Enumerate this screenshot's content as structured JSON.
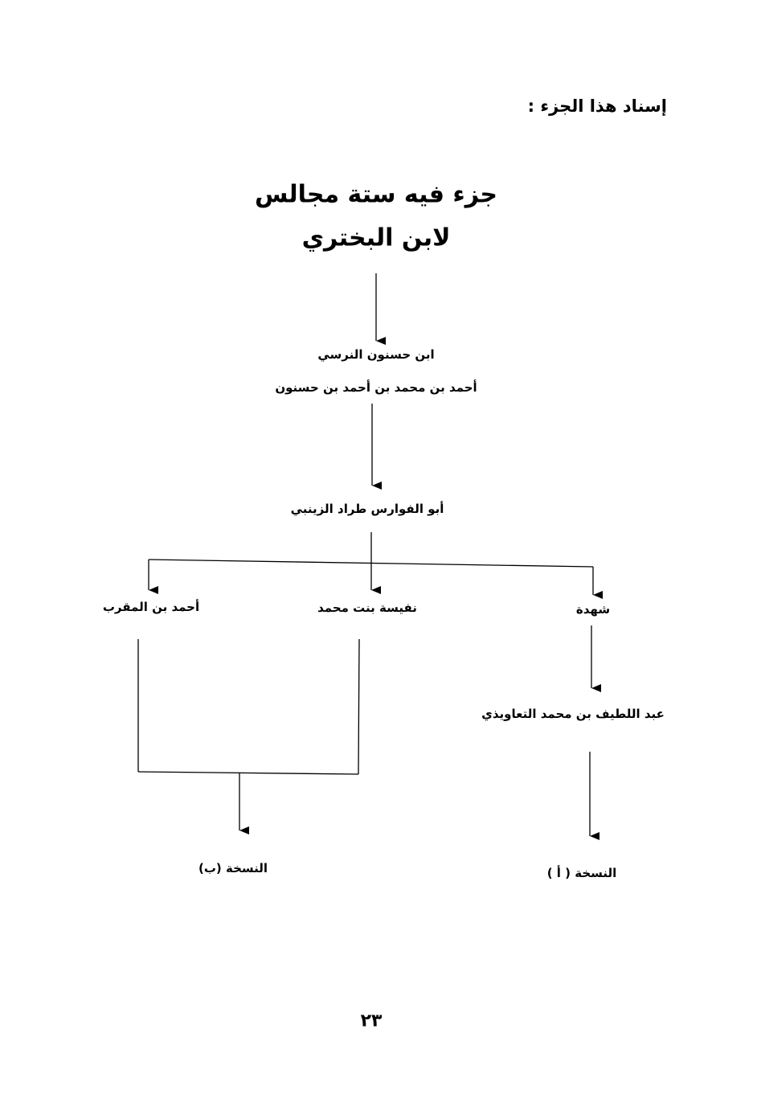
{
  "page": {
    "section_heading": "إسناد هذا الجزء :",
    "title_line1": "جزء فيه ستة مجالس",
    "title_line2": "لابن البختري",
    "page_number": "٢٣"
  },
  "diagram": {
    "nodes": {
      "ibn_hasnun": "ابن حسنون النرسي",
      "ibn_hasnun_full": "أحمد بن محمد بن أحمد بن حسنون",
      "tarrad": "أبو الفوارس طراد الزينبي",
      "ibn_muqarrab": "أحمد بن المقرب",
      "nafisa": "نفيسة بنت محمد",
      "shuhda": "شهدة",
      "taawidhi": "عبد اللطيف بن محمد التعاويذي",
      "copy_b": "النسخة (ب)",
      "copy_a": "النسخة ( أ )"
    },
    "edges": [
      [
        "title",
        "ibn_hasnun"
      ],
      [
        "ibn_hasnun",
        "tarrad"
      ],
      [
        "tarrad",
        "ibn_muqarrab"
      ],
      [
        "tarrad",
        "nafisa"
      ],
      [
        "tarrad",
        "shuhda"
      ],
      [
        "shuhda",
        "taawidhi"
      ],
      [
        "taawidhi",
        "copy_a"
      ],
      [
        "ibn_muqarrab",
        "copy_b"
      ],
      [
        "nafisa",
        "copy_b"
      ]
    ]
  }
}
